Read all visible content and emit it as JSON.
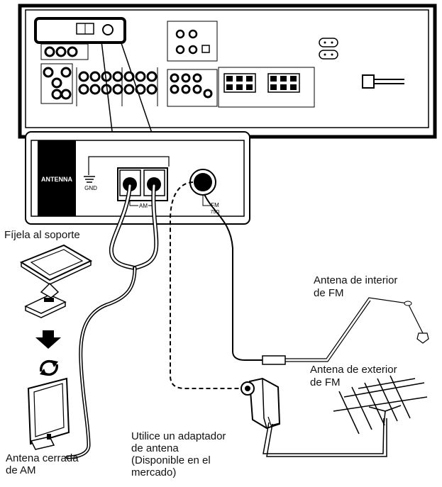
{
  "panel": {
    "antenna_label": "ANTENNA",
    "gnd_label": "GND",
    "am_label": "AM",
    "fm_label": "FM",
    "fm_impedance": "75Ω"
  },
  "callouts": {
    "attach_to_stand": "Fíjela al soporte",
    "indoor_fm_line1": "Antena de interior",
    "indoor_fm_line2": "de FM",
    "outdoor_fm_line1": "Antena de exterior",
    "outdoor_fm_line2": "de FM",
    "adapter_line1": "Utilice un adaptador",
    "adapter_line2": "de antena",
    "adapter_line3": "(Disponible en el",
    "adapter_line4": "mercado)",
    "am_loop_line1": "Antena cerrada",
    "am_loop_line2": "de AM"
  },
  "icons": [
    "receiver-back-panel-icon",
    "am-loop-antenna-icon",
    "stand-icon",
    "arrow-down-icon",
    "rotate-arrows-icon",
    "fm-wire-antenna-icon",
    "outdoor-yagi-antenna-icon",
    "antenna-adapter-icon"
  ]
}
